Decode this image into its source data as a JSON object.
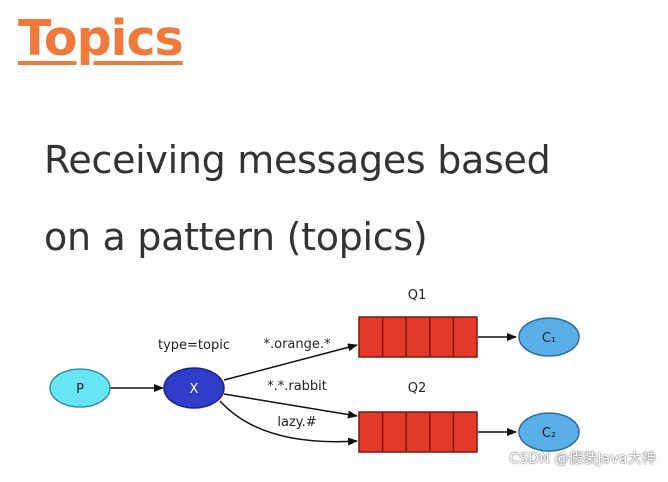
{
  "title": "Topics",
  "subtitle_line1": "Receiving messages based",
  "subtitle_line2": "on a pattern (topics)",
  "diagram": {
    "producer_label": "P",
    "exchange_label": "X",
    "exchange_type_label": "type=topic",
    "queue1_label": "Q1",
    "queue2_label": "Q2",
    "binding1_label": "*.orange.*",
    "binding2_label": "*.*.rabbit",
    "binding3_label": "lazy.#",
    "consumer1_label": "C₁",
    "consumer2_label": "C₂",
    "colors": {
      "producer": "#66e5f5",
      "exchange": "#2f3dc8",
      "queue": "#e23a2a",
      "consumer": "#5aaee8"
    }
  },
  "watermark": "CSDN @假装Java大神"
}
